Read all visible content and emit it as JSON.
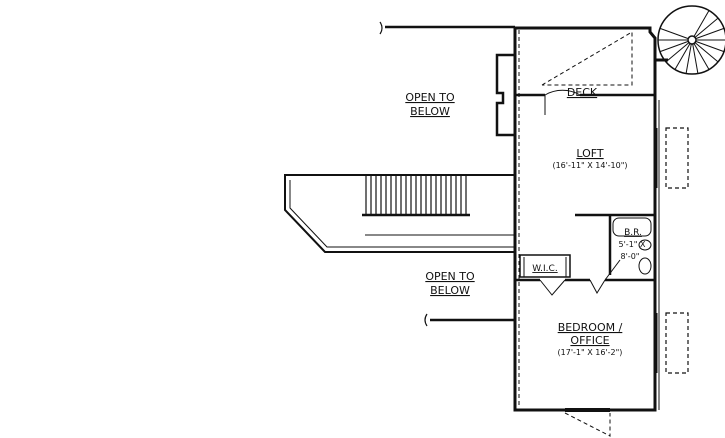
{
  "rooms": {
    "deck": {
      "label": "DECK"
    },
    "open_to_below_1": {
      "line1": "OPEN TO",
      "line2": "BELOW"
    },
    "open_to_below_2": {
      "line1": "OPEN TO",
      "line2": "BELOW"
    },
    "loft": {
      "label": "LOFT",
      "dims": "(16'-11\" X 14'-10\")"
    },
    "bath": {
      "label": "B.R.",
      "dim1": "5'-1\" X",
      "dim2": "8'-0\""
    },
    "wic": {
      "label": "W.I.C."
    },
    "bedroom": {
      "line1": "BEDROOM /",
      "line2": "OFFICE",
      "dims": "(17'-1\" X 16'-2\")"
    }
  },
  "colors": {
    "ink": "#111111",
    "background": "#ffffff"
  }
}
